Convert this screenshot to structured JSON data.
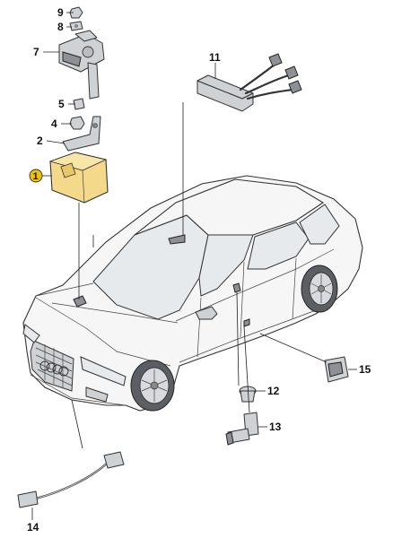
{
  "callouts": {
    "c1": "1",
    "c2": "2",
    "c4": "4",
    "c5": "5",
    "c7": "7",
    "c8": "8",
    "c9": "9",
    "c11": "11",
    "c12": "12",
    "c13": "13",
    "c14": "14",
    "c15": "15"
  },
  "colors": {
    "highlight": "#f4d98a",
    "highlight_dot": "#f2c200",
    "parts": "#cfd2d5",
    "line": "#333333"
  },
  "icons": [
    "car-illustration",
    "control-unit-part",
    "sensor-part",
    "cable-harness-part",
    "bracket-part"
  ]
}
